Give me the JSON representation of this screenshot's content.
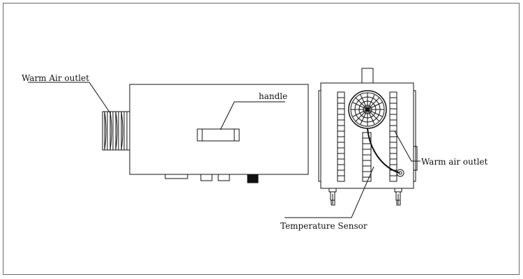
{
  "labels": {
    "warm_air_outlet_left": "Warm Air outlet",
    "handle": "handle",
    "warm_air_outlet_right": "Warm air outlet",
    "temperature_sensor": "Temperature Sensor"
  },
  "colors": {
    "line": "#111111",
    "frame": "#6a6a6a",
    "background": "#ffffff"
  }
}
